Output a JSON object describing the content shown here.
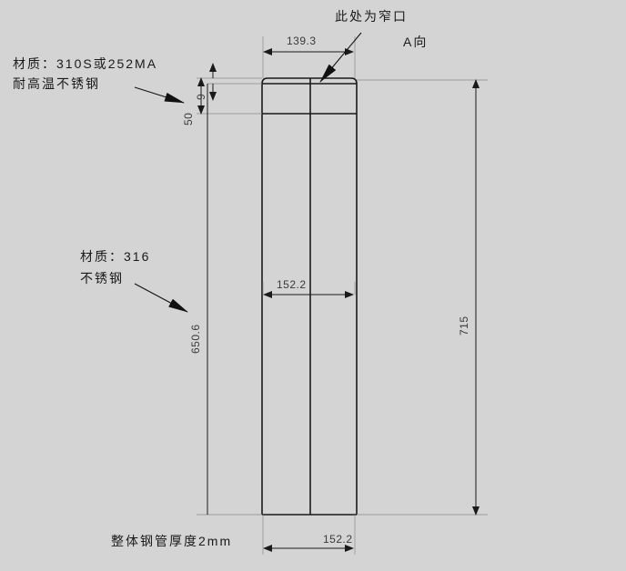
{
  "drawing": {
    "title": "Stainless Steel Pipe Technical Drawing",
    "background_color": "#d4d4d4",
    "line_color": "#1a1a1a",
    "dim_text_color": "#3a3a3a"
  },
  "annotations": {
    "material_top_line1": "材质：310S或252MA",
    "material_top_line2": "耐高温不锈钢",
    "material_mid_line1": "材质：316",
    "material_mid_line2": "不锈钢",
    "narrow_opening": "此处为窄口",
    "view_label": "A向",
    "wall_thickness": "整体钢管厚度2mm"
  },
  "dimensions": {
    "top_width": "139.3",
    "cap_gap": "9",
    "cap_height": "50",
    "left_height": "650.6",
    "right_height": "715",
    "mid_width": "152.2",
    "bottom_width": "152.2"
  }
}
